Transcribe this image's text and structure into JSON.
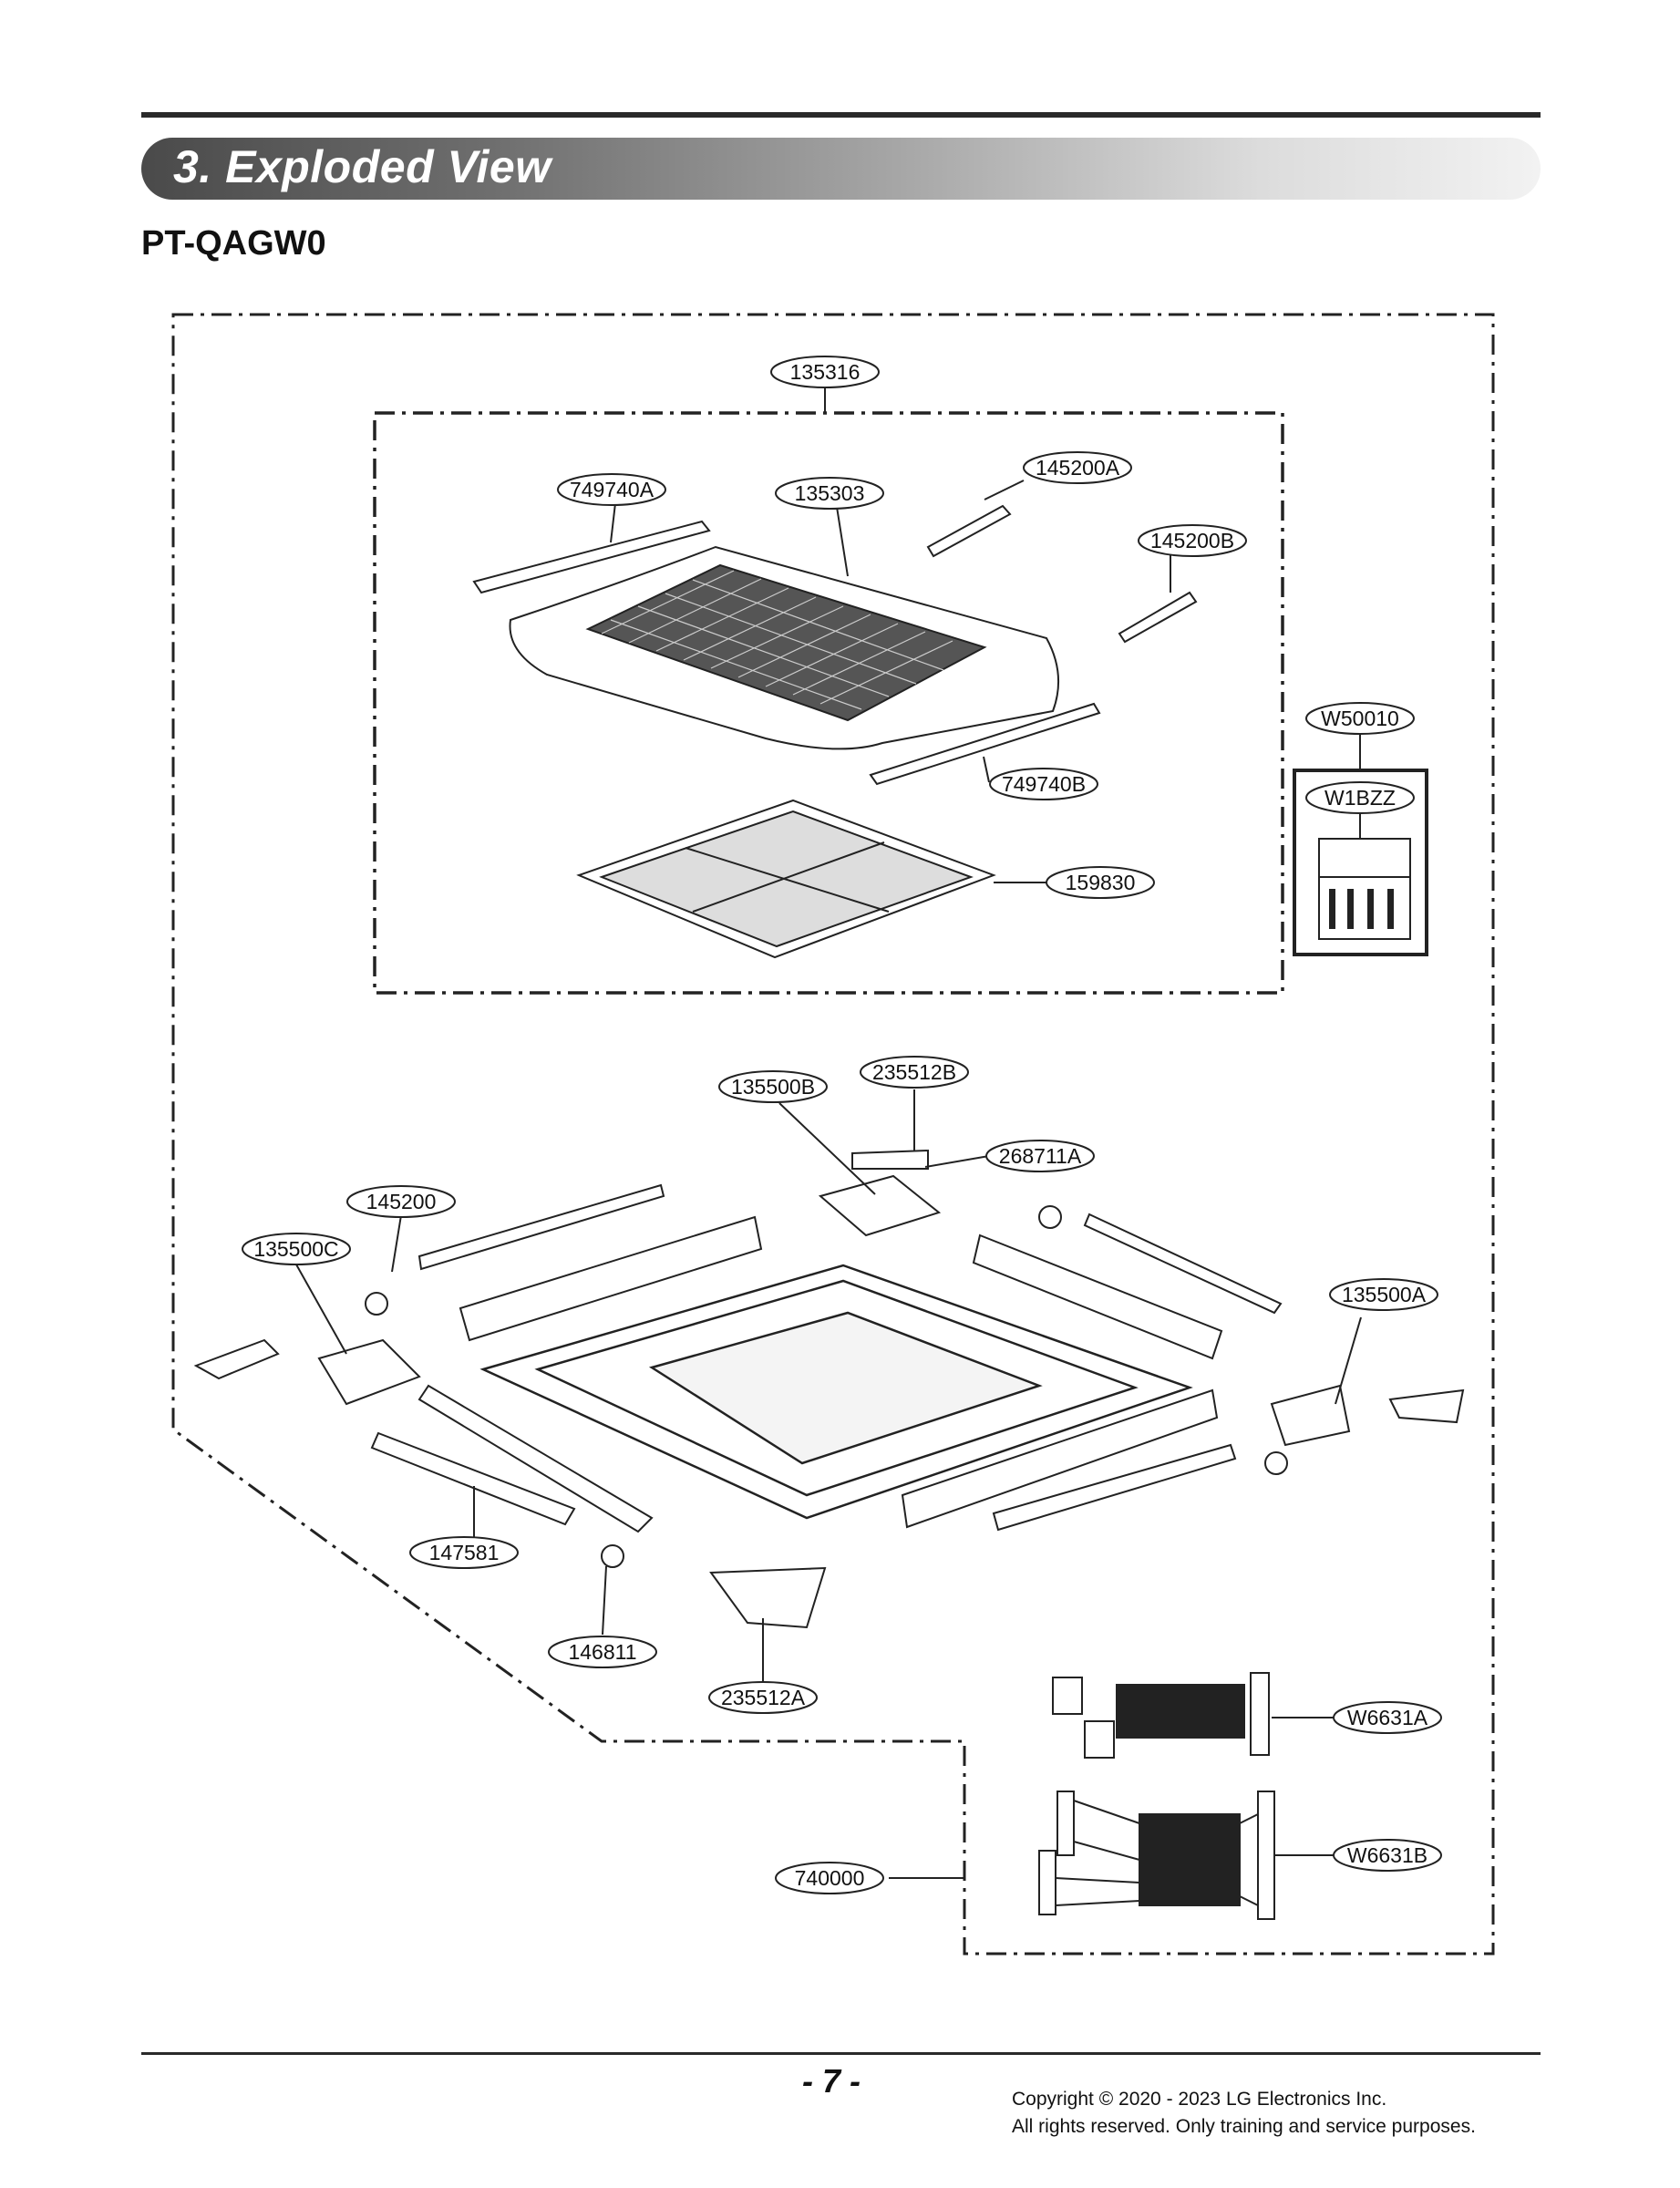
{
  "section": {
    "title": "3. Exploded View"
  },
  "model": "PT-QAGW0",
  "callouts": {
    "c135316": "135316",
    "c749740A": "749740A",
    "c135303": "135303",
    "c145200A": "145200A",
    "c145200B": "145200B",
    "c749740B": "749740B",
    "c159830": "159830",
    "cW50010": "W50010",
    "cW1BZZ": "W1BZZ",
    "c235512B": "235512B",
    "c135500B": "135500B",
    "c268711A": "268711A",
    "c145200": "145200",
    "c135500C": "135500C",
    "c135500A": "135500A",
    "c147581": "147581",
    "c146811": "146811",
    "c235512A": "235512A",
    "cW6631A": "W6631A",
    "cW6631B": "W6631B",
    "c740000": "740000"
  },
  "footer": {
    "page": "- 7 -",
    "copyright_line1": "Copyright © 2020 - 2023 LG Electronics Inc.",
    "copyright_line2": "All rights reserved. Only training and service purposes."
  }
}
